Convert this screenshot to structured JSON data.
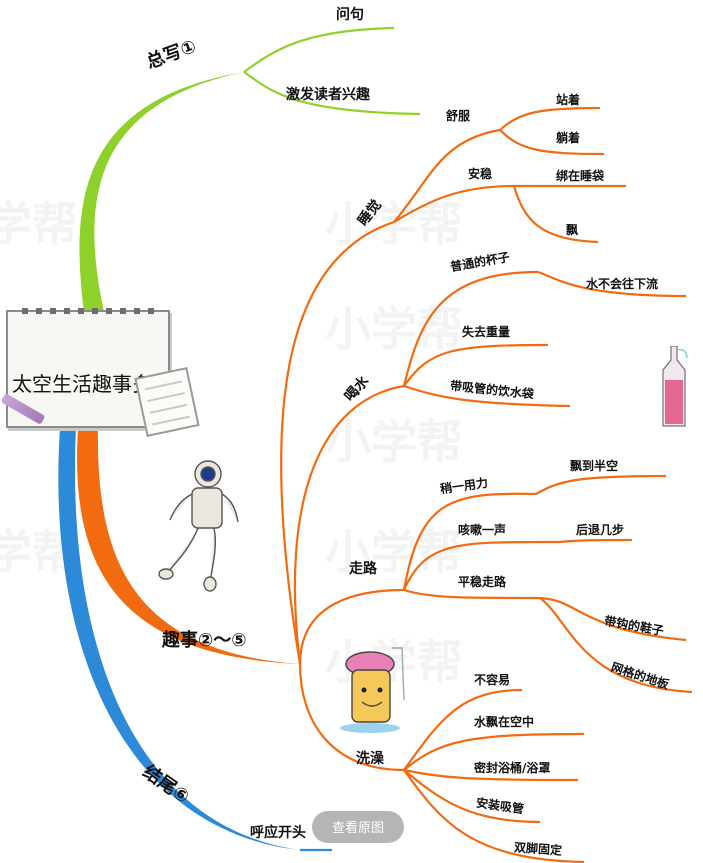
{
  "watermark": {
    "text": "小学帮"
  },
  "mindmap": {
    "root": "太空生活趣事多",
    "branches": [
      {
        "label": "总写①",
        "color": "#8ed12a",
        "children": [
          {
            "label": "问句"
          },
          {
            "label": "激发读者兴趣"
          }
        ]
      },
      {
        "label": "趣事②～⑤",
        "color": "#f26b10",
        "children": [
          {
            "label": "睡觉",
            "children": [
              {
                "label": "舒服",
                "children": [
                  {
                    "label": "站着"
                  },
                  {
                    "label": "躺着"
                  }
                ]
              },
              {
                "label": "安稳",
                "children": [
                  {
                    "label": "绑在睡袋"
                  },
                  {
                    "label": "飘"
                  }
                ]
              }
            ]
          },
          {
            "label": "喝水",
            "children": [
              {
                "label": "普通的杯子",
                "children": [
                  {
                    "label": "水不会往下流"
                  }
                ]
              },
              {
                "label": "失去重量"
              },
              {
                "label": "带吸管的饮水袋"
              }
            ]
          },
          {
            "label": "走路",
            "children": [
              {
                "label": "稍一用力",
                "children": [
                  {
                    "label": "飘到半空"
                  }
                ]
              },
              {
                "label": "咳嗽一声",
                "children": [
                  {
                    "label": "后退几步"
                  }
                ]
              },
              {
                "label": "平稳走路",
                "children": [
                  {
                    "label": "带钩的鞋子"
                  },
                  {
                    "label": "网格的地板"
                  }
                ]
              }
            ]
          },
          {
            "label": "洗澡",
            "children": [
              {
                "label": "不容易"
              },
              {
                "label": "水飘在空中"
              },
              {
                "label": "密封浴桶/浴罩"
              },
              {
                "label": "安装吸管"
              },
              {
                "label": "双脚固定"
              }
            ]
          }
        ]
      },
      {
        "label": "结尾⑥",
        "color": "#2d8ad8",
        "children": [
          {
            "label": "呼应开头"
          }
        ]
      }
    ]
  },
  "overlay": {
    "view_original_label": "查看原图"
  },
  "colors": {
    "green": "#8ed12a",
    "orange": "#f26b10",
    "blue": "#2d8ad8"
  },
  "icons": [
    "astronaut-illustration",
    "shower-cartoon-illustration",
    "water-bottle-illustration",
    "notepad-illustration",
    "pen-illustration"
  ]
}
